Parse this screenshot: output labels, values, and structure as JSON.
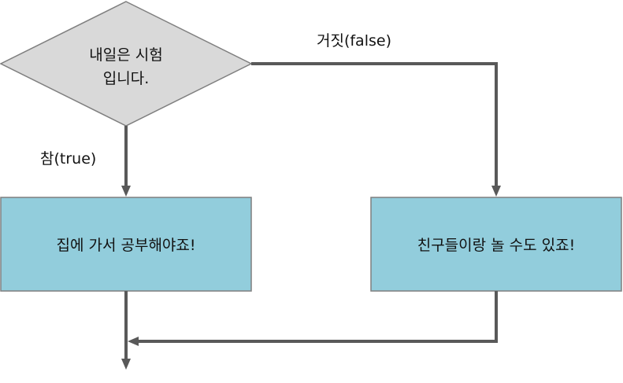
{
  "decision": {
    "line1": "내일은 시험",
    "line2": "입니다.",
    "fill": "#d9d9d9",
    "stroke": "#7f7f7f"
  },
  "branches": {
    "true_label": "참(true)",
    "false_label": "거짓(false)"
  },
  "process_true": {
    "text": "집에 가서 공부해야죠!"
  },
  "process_false": {
    "text": "친구들이랑 놀 수도 있죠!"
  },
  "colors": {
    "process_fill": "#92cddc",
    "process_stroke": "#7f7f7f",
    "connector": "#595959"
  }
}
